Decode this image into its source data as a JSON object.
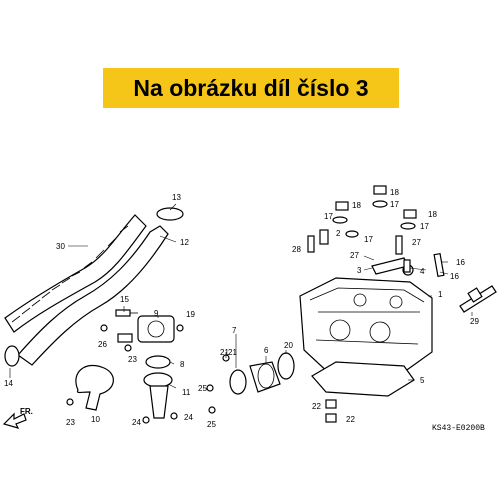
{
  "banner": {
    "text": "Na obrázku díl číslo 3",
    "background": "#f5c518"
  },
  "arrow_label": "FR.",
  "diagram_code": "KS43-E0200B",
  "callouts": {
    "c1": "1",
    "c2": "2",
    "c3": "3",
    "c4": "4",
    "c5": "5",
    "c6": "6",
    "c7": "7",
    "c8": "8",
    "c9": "9",
    "c10": "10",
    "c11": "11",
    "c12": "12",
    "c13": "13",
    "c14": "14",
    "c15": "15",
    "c16": "16",
    "c17": "17",
    "c18": "18",
    "c19": "19",
    "c20": "20",
    "c21": "21",
    "c22": "22",
    "c23": "23",
    "c24": "24",
    "c25": "25",
    "c26": "26",
    "c27": "27",
    "c28": "28",
    "c29": "29",
    "c30": "30"
  }
}
